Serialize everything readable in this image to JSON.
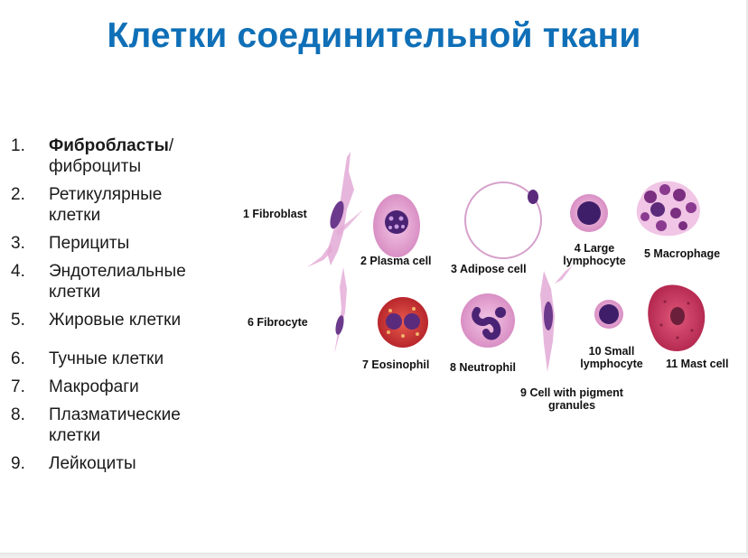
{
  "slide": {
    "title": "Клетки соединительной ткани",
    "list": [
      {
        "num": "1.",
        "bold": "Фибробласты",
        "rest": "/",
        "line2": "фиброциты"
      },
      {
        "num": "2.",
        "line1": "Ретикулярные",
        "line2": "клетки"
      },
      {
        "num": "3.",
        "line1": "Перициты"
      },
      {
        "num": "4.",
        "line1": "Эндотелиальные",
        "line2": "клетки"
      },
      {
        "num": "5.",
        "line1": "Жировые клетки"
      },
      {
        "num": "6.",
        "line1": "Тучные клетки"
      },
      {
        "num": "7.",
        "line1": "Макрофаги"
      },
      {
        "num": "8.",
        "line1": "Плазматические",
        "line2": "клетки"
      },
      {
        "num": "9.",
        "line1": "Лейкоциты"
      }
    ]
  },
  "figure": {
    "labels": {
      "fibroblast": "1 Fibroblast",
      "plasma": "2 Plasma cell",
      "adipose": "3 Adipose cell",
      "large_lymph_1": "4 Large",
      "large_lymph_2": "lymphocyte",
      "macrophage": "5 Macrophage",
      "fibrocyte": "6 Fibrocyte",
      "eosinophil": "7 Eosinophil",
      "neutrophil": "8 Neutrophil",
      "pigment_1": "9 Cell with pigment",
      "pigment_2": "granules",
      "small_lymph_1": "10 Small",
      "small_lymph_2": "lymphocyte",
      "mast": "11 Mast cell"
    },
    "colors": {
      "title": "#0f6fb7",
      "cytoplasm": "#e7a8d4",
      "nucleus": "#5b2a7a",
      "eosin": "#d9363a",
      "mast": "#c93a63"
    }
  }
}
